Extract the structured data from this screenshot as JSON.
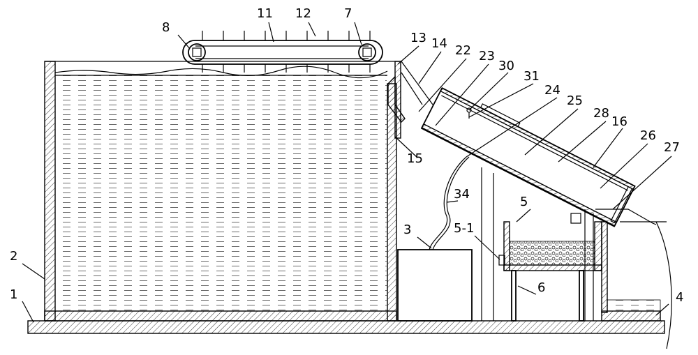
{
  "diagram": {
    "labels": [
      {
        "id": "1",
        "text": "1"
      },
      {
        "id": "2",
        "text": "2"
      },
      {
        "id": "3",
        "text": "3"
      },
      {
        "id": "4",
        "text": "4"
      },
      {
        "id": "5",
        "text": "5"
      },
      {
        "id": "5-1",
        "text": "5-1"
      },
      {
        "id": "6",
        "text": "6"
      },
      {
        "id": "7",
        "text": "7"
      },
      {
        "id": "8",
        "text": "8"
      },
      {
        "id": "11",
        "text": "11"
      },
      {
        "id": "12",
        "text": "12"
      },
      {
        "id": "13",
        "text": "13"
      },
      {
        "id": "14",
        "text": "14"
      },
      {
        "id": "15",
        "text": "15"
      },
      {
        "id": "16",
        "text": "16"
      },
      {
        "id": "22",
        "text": "22"
      },
      {
        "id": "23",
        "text": "23"
      },
      {
        "id": "24",
        "text": "24"
      },
      {
        "id": "25",
        "text": "25"
      },
      {
        "id": "26",
        "text": "26"
      },
      {
        "id": "27",
        "text": "27"
      },
      {
        "id": "28",
        "text": "28"
      },
      {
        "id": "30",
        "text": "30"
      },
      {
        "id": "31",
        "text": "31"
      },
      {
        "id": "34",
        "text": "34"
      }
    ]
  }
}
